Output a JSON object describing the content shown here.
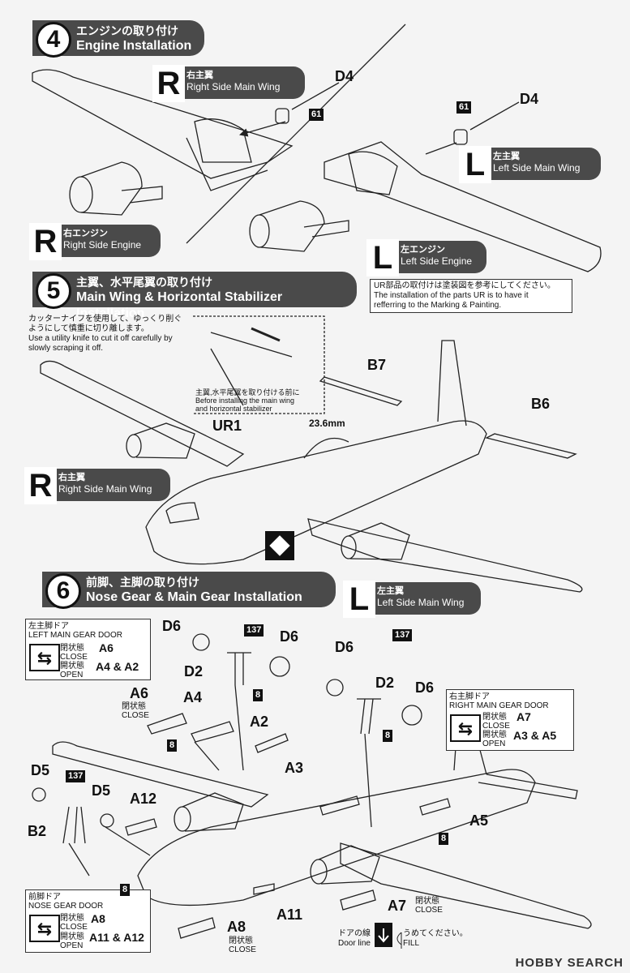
{
  "step4": {
    "number": "4",
    "title_jp": "エンジンの取り付け",
    "title_en": "Engine Installation"
  },
  "step5": {
    "number": "5",
    "title_jp": "主翼、水平尾翼の取り付け",
    "title_en": "Main Wing & Horizontal Stabilizer Installation"
  },
  "step6": {
    "number": "6",
    "title_jp": "前脚、主脚の取り付け",
    "title_en": "Nose Gear & Main Gear Installation"
  },
  "labels": {
    "right_wing": {
      "letter": "R",
      "jp": "右主翼",
      "en": "Right Side Main Wing"
    },
    "left_wing": {
      "letter": "L",
      "jp": "左主翼",
      "en": "Left Side Main Wing"
    },
    "right_engine": {
      "letter": "R",
      "jp": "右エンジン",
      "en": "Right Side Engine"
    },
    "left_engine": {
      "letter": "L",
      "jp": "左エンジン",
      "en": "Left Side Engine"
    }
  },
  "parts": {
    "d4": "D4",
    "tag61": "61",
    "b7": "B7",
    "b6": "B6",
    "ur1": "UR1",
    "dim": "23.6mm",
    "d6": "D6",
    "d2": "D2",
    "d5": "D5",
    "b2": "B2",
    "tag137": "137",
    "tag8": "8",
    "a6": "A6",
    "a4": "A4",
    "a2": "A2",
    "a3": "A3",
    "a5": "A5",
    "a7": "A7",
    "a8": "A8",
    "a11": "A11",
    "a12": "A12",
    "closed_jp": "閉状態",
    "closed_en": "CLOSE"
  },
  "notes": {
    "ur_jp": "UR部品の取付けは塗装図を参考にしてください。",
    "ur_en1": "The installation of the parts UR is to have it",
    "ur_en2": "refferring to the Marking & Painting.",
    "knife_jp1": "カッターナイフを使用して、ゆっくり削ぐ",
    "knife_jp2": "ようにして慎重に切り離します。",
    "knife_en1": "Use a utility knife to cut it off carefully by",
    "knife_en2": "slowly scraping it off.",
    "before_jp": "主翼,水平尾翼を取り付ける前に",
    "before_en1": "Before installing the main wing",
    "before_en2": "and horizontal stabilizer"
  },
  "doors": {
    "left": {
      "jp": "左主脚ドア",
      "en": "LEFT MAIN GEAR DOOR",
      "close_jp": "閉状態",
      "close_en": "CLOSE",
      "close_part": "A6",
      "open_jp": "開状態",
      "open_en": "OPEN",
      "open_part": "A4 & A2"
    },
    "right": {
      "jp": "右主脚ドア",
      "en": "RIGHT MAIN GEAR DOOR",
      "close_jp": "閉状態",
      "close_en": "CLOSE",
      "close_part": "A7",
      "open_jp": "開状態",
      "open_en": "OPEN",
      "open_part": "A3 & A5"
    },
    "nose": {
      "jp": "前脚ドア",
      "en": "NOSE GEAR DOOR",
      "close_jp": "閉状態",
      "close_en": "CLOSE",
      "close_part": "A8",
      "open_jp": "開状態",
      "open_en": "OPEN",
      "open_part": "A11 & A12"
    }
  },
  "door_line": {
    "jp": "ドアの線",
    "en": "Door line",
    "fill_jp": "うめてください。",
    "fill_en": "FILL"
  },
  "watermark": "HOBBY SEARCH"
}
